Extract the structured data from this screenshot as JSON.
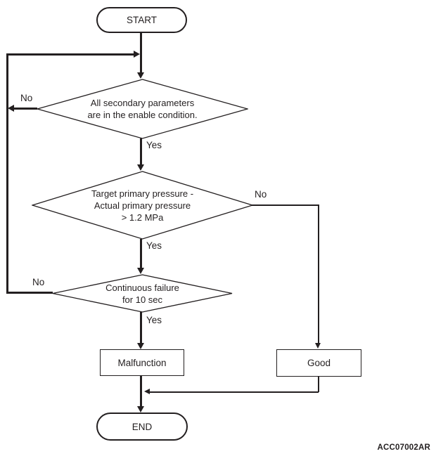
{
  "flowchart": {
    "nodes": {
      "start": "START",
      "decision1": "All secondary parameters\nare in the enable condition.",
      "decision2": "Target primary pressure -\nActual primary pressure\n> 1.2 MPa",
      "decision3": "Continuous failure\nfor 10 sec",
      "malfunction": "Malfunction",
      "good": "Good",
      "end": "END"
    },
    "edge_labels": {
      "decision1_no": "No",
      "decision1_yes": "Yes",
      "decision2_no": "No",
      "decision2_yes": "Yes",
      "decision3_no": "No",
      "decision3_yes": "Yes"
    },
    "figure_id": "ACC07002AR",
    "colors": {
      "line": "#231f20",
      "background": "#ffffff"
    }
  }
}
